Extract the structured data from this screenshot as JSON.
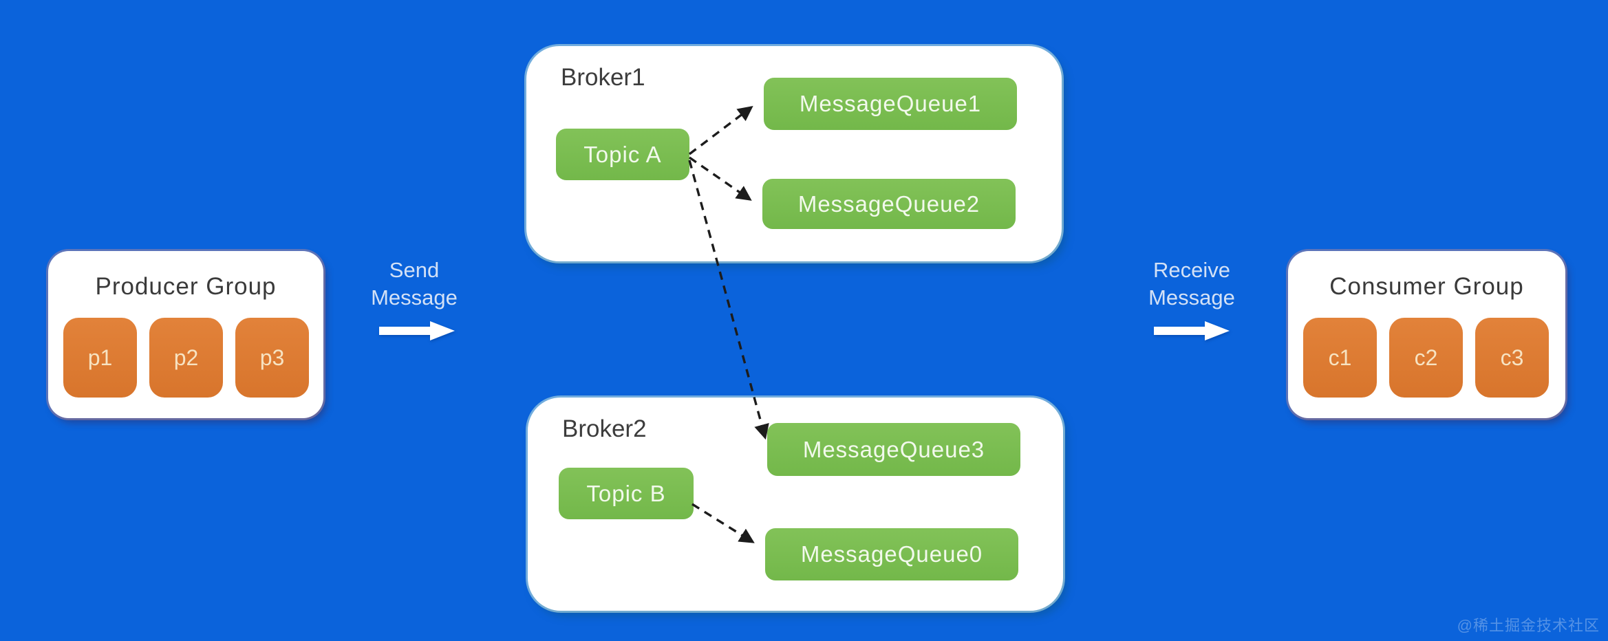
{
  "producer_group": {
    "title": "Producer Group",
    "items": [
      "p1",
      "p2",
      "p3"
    ]
  },
  "consumer_group": {
    "title": "Consumer Group",
    "items": [
      "c1",
      "c2",
      "c3"
    ]
  },
  "send_flow": {
    "line1": "Send",
    "line2": "Message"
  },
  "receive_flow": {
    "line1": "Receive",
    "line2": "Message"
  },
  "broker1": {
    "title": "Broker1",
    "topic": "Topic A",
    "queues": [
      "MessageQueue1",
      "MessageQueue2"
    ]
  },
  "broker2": {
    "title": "Broker2",
    "topic": "Topic B",
    "queues": [
      "MessageQueue3",
      "MessageQueue0"
    ]
  },
  "edges": [
    {
      "from": "Topic A",
      "to": "MessageQueue1",
      "style": "dashed-black-arrow"
    },
    {
      "from": "Topic A",
      "to": "MessageQueue2",
      "style": "dashed-black-arrow"
    },
    {
      "from": "Topic A",
      "to": "MessageQueue3",
      "style": "dashed-black-arrow"
    },
    {
      "from": "Topic B",
      "to": "MessageQueue0",
      "style": "dashed-black-arrow"
    },
    {
      "from": "Producer Group",
      "to": "Brokers",
      "label": "Send Message",
      "style": "solid-white-arrow"
    },
    {
      "from": "Brokers",
      "to": "Consumer Group",
      "label": "Receive Message",
      "style": "solid-white-arrow"
    }
  ],
  "watermark": "@稀土掘金技术社区",
  "colors": {
    "background": "#0b63db",
    "green_box": "#7abc50",
    "orange_box": "#dd7a31",
    "card": "#ffffff",
    "dashed_edge": "#1c1c1c",
    "flow_text": "#d3e1f6"
  }
}
